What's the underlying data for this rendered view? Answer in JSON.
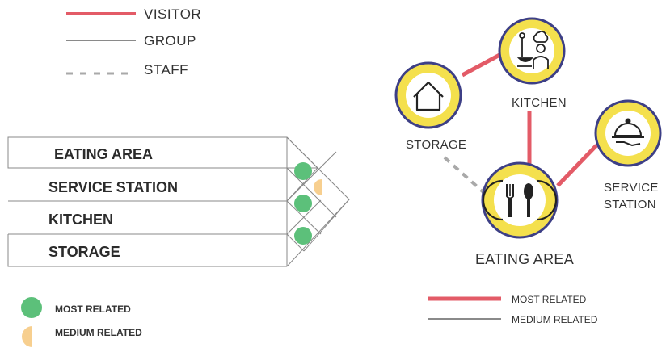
{
  "legend_top": {
    "visitor": "VISITOR",
    "group": "GROUP",
    "staff": "STAFF"
  },
  "matrix": {
    "rows": [
      "EATING AREA",
      "SERVICE STATION",
      "KITCHEN",
      "STORAGE"
    ]
  },
  "matrix_legend": {
    "most": "MOST RELATED",
    "medium": "MEDIUM RELATED"
  },
  "nodes": {
    "storage": "STORAGE",
    "kitchen": "KITCHEN",
    "service_line1": "SERVICE",
    "service_line2": "STATION",
    "eating": "EATING AREA"
  },
  "bubble_legend": {
    "most": "MOST RELATED",
    "medium": "MEDIUM RELATED"
  },
  "colors": {
    "visitor": "#e35b67",
    "group": "#444444",
    "staff": "#a9a9a9",
    "most_related": "#5cc07a",
    "medium_related": "#f7cf8f",
    "node_fill": "#f4e04d",
    "node_ring": "#3d3f86"
  }
}
